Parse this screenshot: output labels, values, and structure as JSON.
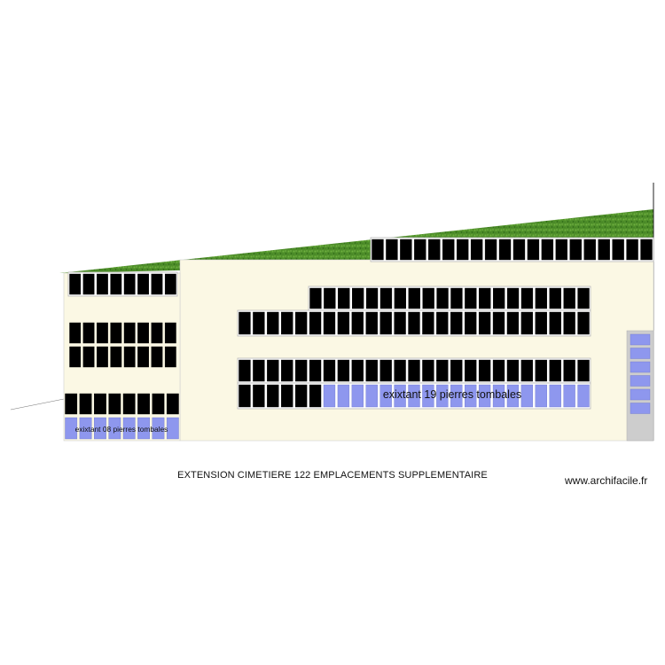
{
  "plan": {
    "caption": "EXTENSION CIMETIERE 122 EMPLACEMENTS SUPPLEMENTAIRE",
    "watermark": "www.archifacile.fr",
    "existing_label_small": "exixtant 08 pierres tombales",
    "existing_label_large": "exixtant 19 pierres tombales",
    "counts": {
      "existing_small": 8,
      "existing_large": 19,
      "new_plots": 122
    },
    "colors": {
      "ground": "#fbf8e4",
      "grass": "#4f8f2a",
      "new_plot": "#000000",
      "existing_plot": "#8e97ee",
      "alley": "#cdcdcd",
      "outline": "#b8b8b8"
    }
  }
}
